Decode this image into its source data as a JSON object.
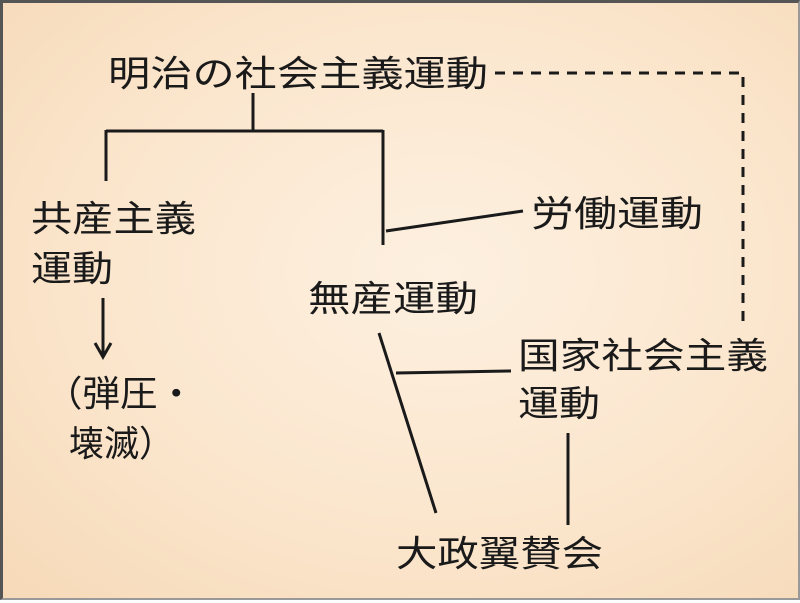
{
  "nodes": {
    "meiji": "明治の社会主義運動",
    "communist_1": "共産主義",
    "communist_2": "運動",
    "suppression_1": "（弾圧・",
    "suppression_2": "壊滅）",
    "labor": "労働運動",
    "proletarian": "無産運動",
    "national_1": "国家社会主義",
    "national_2": "運動",
    "taisei": "大政翼賛会"
  }
}
